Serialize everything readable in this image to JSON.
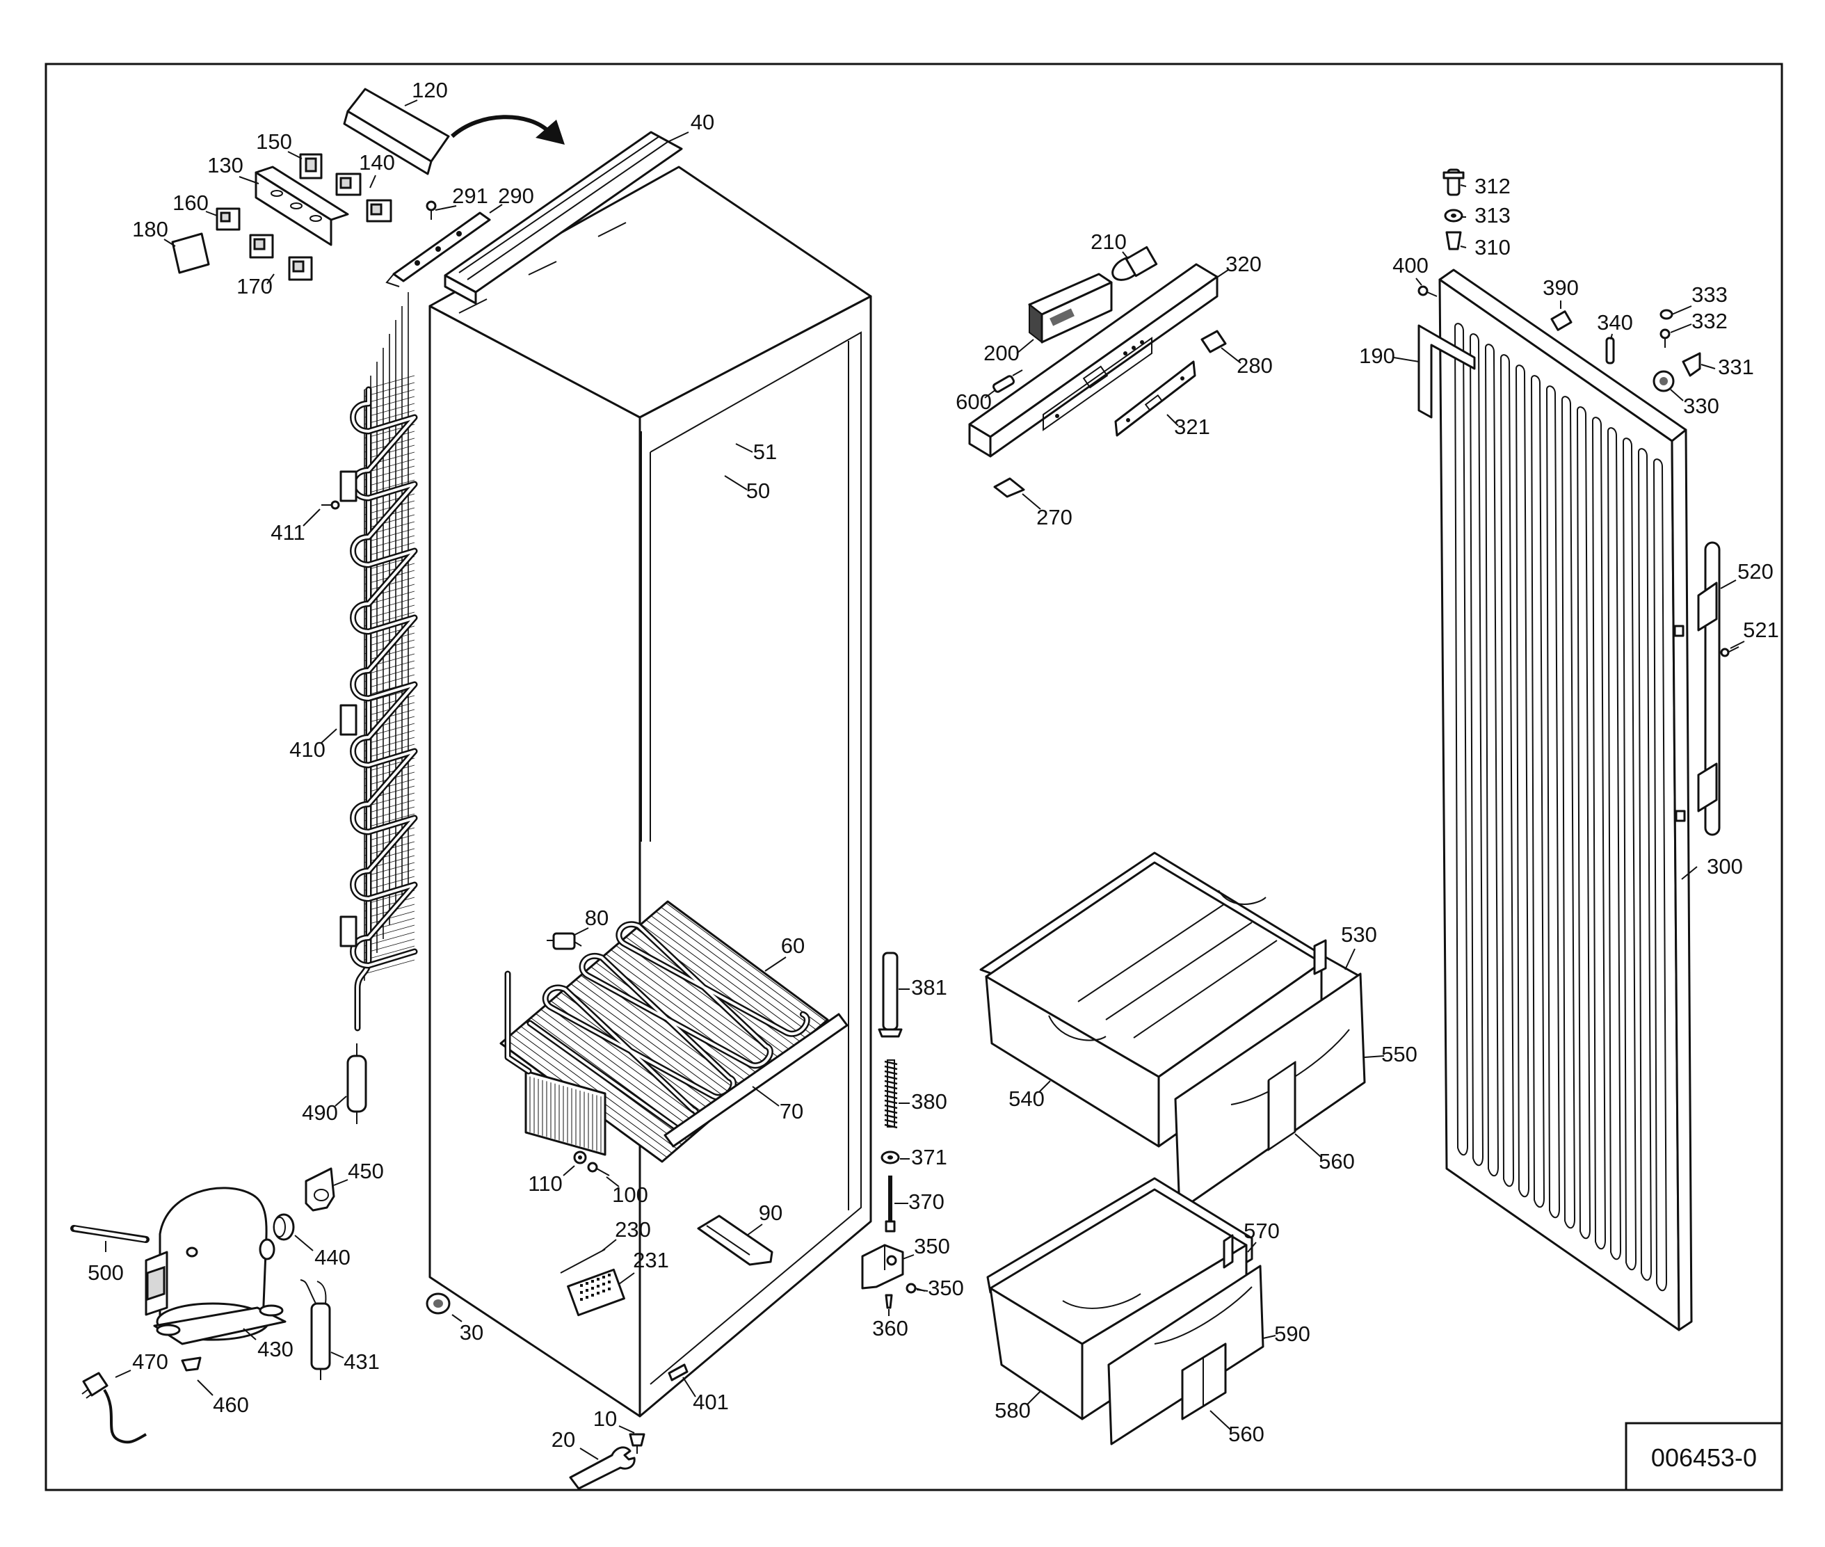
{
  "drawing": {
    "document_number": "006453-0",
    "callouts": [
      {
        "id": "c10",
        "text": "10"
      },
      {
        "id": "c20",
        "text": "20"
      },
      {
        "id": "c30",
        "text": "30"
      },
      {
        "id": "c40",
        "text": "40"
      },
      {
        "id": "c50",
        "text": "50"
      },
      {
        "id": "c51",
        "text": "51"
      },
      {
        "id": "c60",
        "text": "60"
      },
      {
        "id": "c70",
        "text": "70"
      },
      {
        "id": "c80",
        "text": "80"
      },
      {
        "id": "c90",
        "text": "90"
      },
      {
        "id": "c100",
        "text": "100"
      },
      {
        "id": "c110",
        "text": "110"
      },
      {
        "id": "c120",
        "text": "120"
      },
      {
        "id": "c130",
        "text": "130"
      },
      {
        "id": "c140",
        "text": "140"
      },
      {
        "id": "c150",
        "text": "150"
      },
      {
        "id": "c160",
        "text": "160"
      },
      {
        "id": "c170",
        "text": "170"
      },
      {
        "id": "c180",
        "text": "180"
      },
      {
        "id": "c190",
        "text": "190"
      },
      {
        "id": "c200",
        "text": "200"
      },
      {
        "id": "c210",
        "text": "210"
      },
      {
        "id": "c230",
        "text": "230"
      },
      {
        "id": "c231",
        "text": "231"
      },
      {
        "id": "c270",
        "text": "270"
      },
      {
        "id": "c280",
        "text": "280"
      },
      {
        "id": "c290",
        "text": "290"
      },
      {
        "id": "c291",
        "text": "291"
      },
      {
        "id": "c300",
        "text": "300"
      },
      {
        "id": "c310",
        "text": "310"
      },
      {
        "id": "c312",
        "text": "312"
      },
      {
        "id": "c313",
        "text": "313"
      },
      {
        "id": "c320",
        "text": "320"
      },
      {
        "id": "c321",
        "text": "321"
      },
      {
        "id": "c330",
        "text": "330"
      },
      {
        "id": "c331",
        "text": "331"
      },
      {
        "id": "c332",
        "text": "332"
      },
      {
        "id": "c333",
        "text": "333"
      },
      {
        "id": "c340",
        "text": "340"
      },
      {
        "id": "c350a",
        "text": "350"
      },
      {
        "id": "c350b",
        "text": "350"
      },
      {
        "id": "c360",
        "text": "360"
      },
      {
        "id": "c370",
        "text": "370"
      },
      {
        "id": "c371",
        "text": "371"
      },
      {
        "id": "c380",
        "text": "380"
      },
      {
        "id": "c381",
        "text": "381"
      },
      {
        "id": "c390",
        "text": "390"
      },
      {
        "id": "c400",
        "text": "400"
      },
      {
        "id": "c401",
        "text": "401"
      },
      {
        "id": "c410",
        "text": "410"
      },
      {
        "id": "c411",
        "text": "411"
      },
      {
        "id": "c430",
        "text": "430"
      },
      {
        "id": "c431",
        "text": "431"
      },
      {
        "id": "c440",
        "text": "440"
      },
      {
        "id": "c450",
        "text": "450"
      },
      {
        "id": "c460",
        "text": "460"
      },
      {
        "id": "c470",
        "text": "470"
      },
      {
        "id": "c490",
        "text": "490"
      },
      {
        "id": "c500",
        "text": "500"
      },
      {
        "id": "c520",
        "text": "520"
      },
      {
        "id": "c521",
        "text": "521"
      },
      {
        "id": "c530",
        "text": "530"
      },
      {
        "id": "c540",
        "text": "540"
      },
      {
        "id": "c550",
        "text": "550"
      },
      {
        "id": "c560a",
        "text": "560"
      },
      {
        "id": "c560b",
        "text": "560"
      },
      {
        "id": "c570",
        "text": "570"
      },
      {
        "id": "c580",
        "text": "580"
      },
      {
        "id": "c590",
        "text": "590"
      },
      {
        "id": "c600",
        "text": "600"
      }
    ]
  }
}
